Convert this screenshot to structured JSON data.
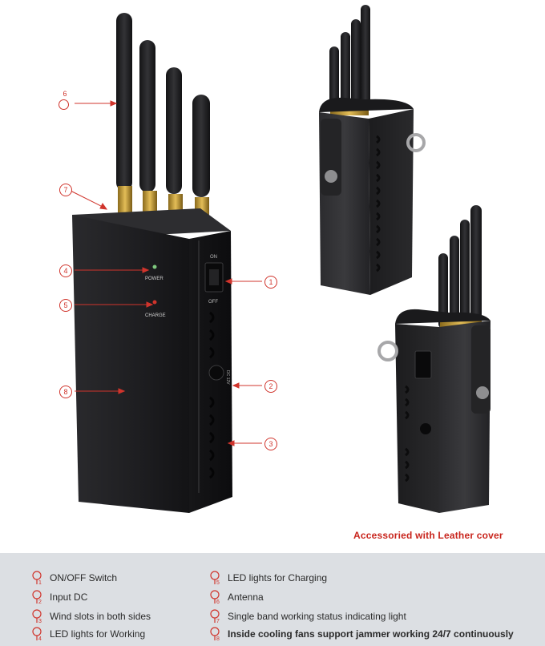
{
  "callouts": [
    "6",
    "7",
    "4",
    "5",
    "8",
    "1",
    "2",
    "3"
  ],
  "device_labels": {
    "power": "POWER",
    "charge": "CHARGE",
    "switch_on": "ON",
    "switch_off": "OFF",
    "input": "DC 12V"
  },
  "caption": "Accessoried with Leather cover",
  "legend": {
    "items": [
      {
        "num": "1",
        "label": "ON/OFF Switch"
      },
      {
        "num": "2",
        "label": "Input DC"
      },
      {
        "num": "3",
        "label": "Wind slots in both sides"
      },
      {
        "num": "4",
        "label": "LED lights for Working"
      },
      {
        "num": "5",
        "label": "LED lights for Charging"
      },
      {
        "num": "6",
        "label": "Antenna"
      },
      {
        "num": "7",
        "label": "Single band working status indicating light"
      },
      {
        "num": "8",
        "label": "Inside cooling fans support jammer working 24/7 continuously"
      }
    ]
  },
  "colors": {
    "accent": "#d0342c",
    "legend_bg": "#dcdfe3",
    "device": "#1c1c1e"
  }
}
